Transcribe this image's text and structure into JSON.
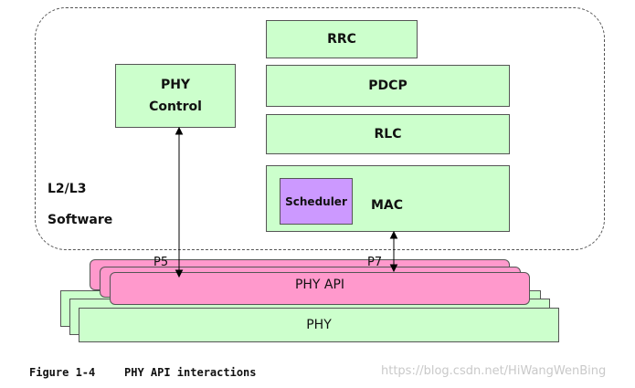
{
  "software_region": {
    "label_line1": "L2/L3",
    "label_line2": "Software"
  },
  "phy_control": {
    "line1": "PHY",
    "line2": "Control"
  },
  "stack": {
    "rrc": "RRC",
    "pdcp": "PDCP",
    "rlc": "RLC",
    "mac": "MAC",
    "scheduler": "Scheduler"
  },
  "interfaces": {
    "p5": "P5",
    "p7": "P7"
  },
  "phy_api": {
    "label": "PHY API"
  },
  "phy": {
    "label": "PHY"
  },
  "caption": {
    "number": "Figure 1-4",
    "title": "PHY API interactions"
  },
  "watermark": "https://blog.csdn.net/HiWangWenBing",
  "colors": {
    "layer_green": "#ccffcc",
    "api_pink": "#ff99cc",
    "scheduler_purple": "#cc99ff"
  }
}
